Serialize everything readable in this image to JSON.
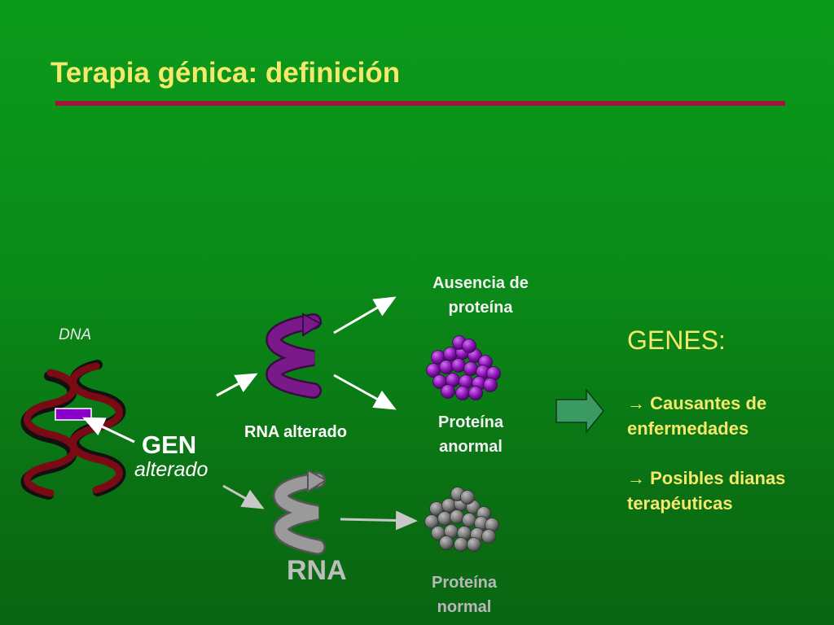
{
  "slide": {
    "title": "Terapia génica: definición"
  },
  "diagram": {
    "dna_label": "DNA",
    "gen_label": "GEN",
    "gen_sublabel": "alterado",
    "rna_altered_label": "RNA alterado",
    "rna_label": "RNA",
    "absence_label_line1": "Ausencia de",
    "absence_label_line2": "proteína",
    "abnormal_label_line1": "Proteína",
    "abnormal_label_line2": "anormal",
    "normal_label_line1": "Proteína",
    "normal_label_line2": "normal",
    "colors": {
      "dna_strand": "#7a0a14",
      "dna_strand_dark": "#111111",
      "gene_highlight": "#8b00c8",
      "rna_altered": "#7a1a8a",
      "rna_normal": "#8f8f8f",
      "protein_abnormal": "#8e14b8",
      "protein_normal": "#7d7d7d",
      "big_arrow": "#3a9a62"
    }
  },
  "genes_panel": {
    "heading": "GENES:",
    "bullet_symbol": "→",
    "items": [
      {
        "text": "Causantes de enfermedades"
      },
      {
        "text": "Posibles dianas terapéuticas"
      }
    ]
  }
}
